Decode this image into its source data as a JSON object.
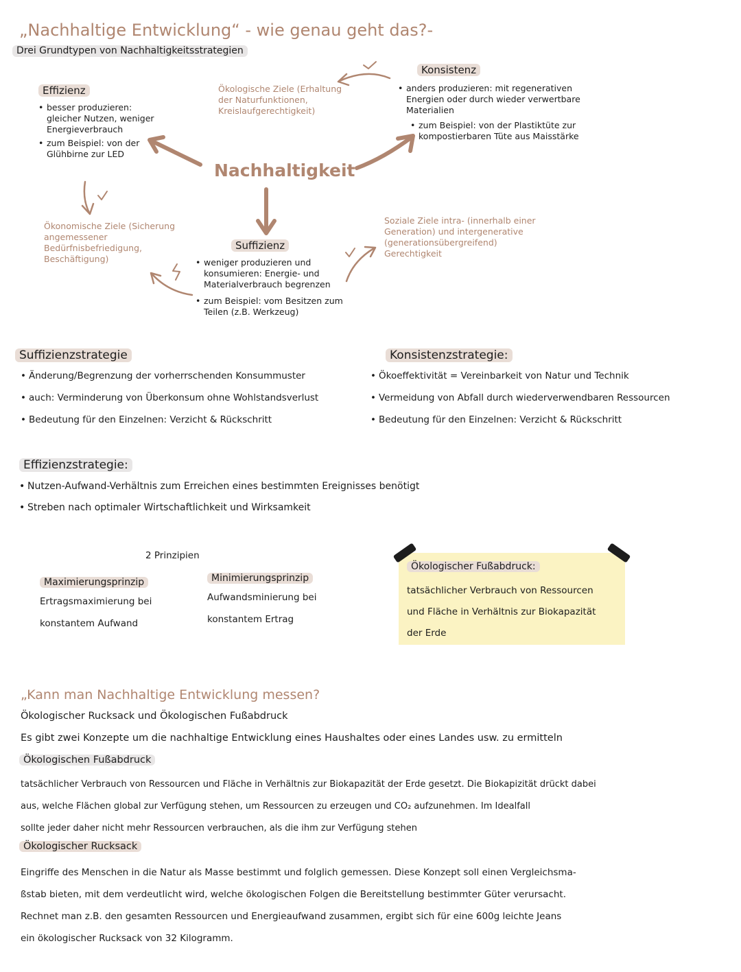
{
  "title": "„Nachhaltige Entwicklung“ - wie genau geht das?-",
  "subtitle": "Drei Grundtypen von Nachhaltigkeitsstrategien",
  "diagram": {
    "center": "Nachhaltigkeit",
    "effizienz": {
      "heading": "Effizienz",
      "bullets": [
        "besser produzieren: gleicher Nutzen, weniger Energieverbrauch",
        "zum Beispiel: von der Glühbirne zur LED"
      ]
    },
    "konsistenz": {
      "heading": "Konsistenz",
      "bullets": [
        "anders produzieren: mit regenerativen Energien oder durch wieder verwertbare Materialien",
        "zum Beispiel: von der Plastiktüte zur kompostierbaren Tüte aus Maisstärke"
      ]
    },
    "suffizienz": {
      "heading": "Suffizienz",
      "bullets": [
        "weniger produzieren und konsumieren: Energie- und Materialverbrauch begrenzen",
        "zum Beispiel: vom Besitzen zum Teilen (z.B. Werkzeug)"
      ]
    },
    "oekologische_ziele": "Ökologische Ziele (Erhaltung der Naturfunktionen, Kreislaufgerechtigkeit)",
    "oekonomische_ziele": "Ökonomische Ziele (Sicherung angemessener Bedürfnisbefriedigung, Beschäftigung)",
    "soziale_ziele": "Soziale Ziele intra- (innerhalb einer Generation) und intergenerative (generationsübergreifend) Gerechtigkeit"
  },
  "suffizienzstrategie": {
    "heading": "Suffizienzstrategie",
    "bullets": [
      "Änderung/Begrenzung der vorherrschenden Konsummuster",
      "auch: Verminderung von Überkonsum ohne Wohlstandsverlust",
      "Bedeutung für den Einzelnen: Verzicht & Rückschritt"
    ]
  },
  "konsistenzstrategie": {
    "heading": "Konsistenzstrategie:",
    "bullets": [
      "Ökoeffektivität = Vereinbarkeit von Natur und Technik",
      "Vermeidung von Abfall durch wiederverwendbaren Ressourcen",
      "Bedeutung für den Einzelnen: Verzicht & Rückschritt"
    ]
  },
  "effizienzstrategie": {
    "heading": "Effizienzstrategie:",
    "bullets": [
      "Nutzen-Aufwand-Verhältnis zum Erreichen eines bestimmten Ereignisses benötigt",
      "Streben nach optimaler Wirtschaftlichkeit und Wirksamkeit"
    ]
  },
  "prinzipien": {
    "heading": "2 Prinzipien",
    "max_heading": "Maximierungsprinzip",
    "max_text": [
      "Ertragsmaximierung bei",
      "konstantem Aufwand"
    ],
    "min_heading": "Minimierungsprinzip",
    "min_text": [
      "Aufwandsminierung bei",
      "konstantem Ertrag"
    ]
  },
  "note": {
    "heading": "Ökologischer Fußabdruck:",
    "lines": [
      "tatsächlicher Verbrauch von Ressourcen",
      "und Fläche in Verhältnis zur Biokapazität",
      "der Erde"
    ]
  },
  "section2": {
    "title": "„Kann man Nachhaltige Entwicklung messen?",
    "subtitle": "Ökologischer Rucksack und Ökologischen Fußabdruck",
    "intro": "Es gibt zwei Konzepte um die nachhaltige Entwicklung eines Haushaltes oder eines Landes usw. zu ermitteln",
    "fuss_heading": "Ökologischen Fußabdruck",
    "fuss_lines": [
      "tatsächlicher Verbrauch von Ressourcen und Fläche in Verhältnis zur Biokapazität der Erde gesetzt. Die Biokapizität drückt dabei",
      "aus, welche Flächen global zur Verfügung stehen, um Ressourcen zu erzeugen und CO₂ aufzunehmen. Im Idealfall",
      "sollte jeder daher nicht mehr Ressourcen verbrauchen, als die ihm zur Verfügung stehen"
    ],
    "ruck_heading": "Ökologischer Rucksack",
    "ruck_lines": [
      "Eingriffe des Menschen in die Natur als Masse bestimmt und folglich gemessen. Diese Konzept soll einen Vergleichsma-",
      "ßstab bieten, mit dem verdeutlicht wird, welche ökologischen Folgen die Bereitstellung bestimmter Güter verursacht.",
      "Rechnet man z.B. den gesamten Ressourcen und Energieaufwand zusammen, ergibt sich für eine 600g leichte Jeans",
      "ein ökologischer Rucksack von 32 Kilogramm."
    ]
  },
  "colors": {
    "accent": "#b08670",
    "text": "#1d1d1d",
    "highlight_gray": "#e8e6e6",
    "highlight_tan": "#e9ddd6",
    "note_bg": "#fbf3c3"
  }
}
